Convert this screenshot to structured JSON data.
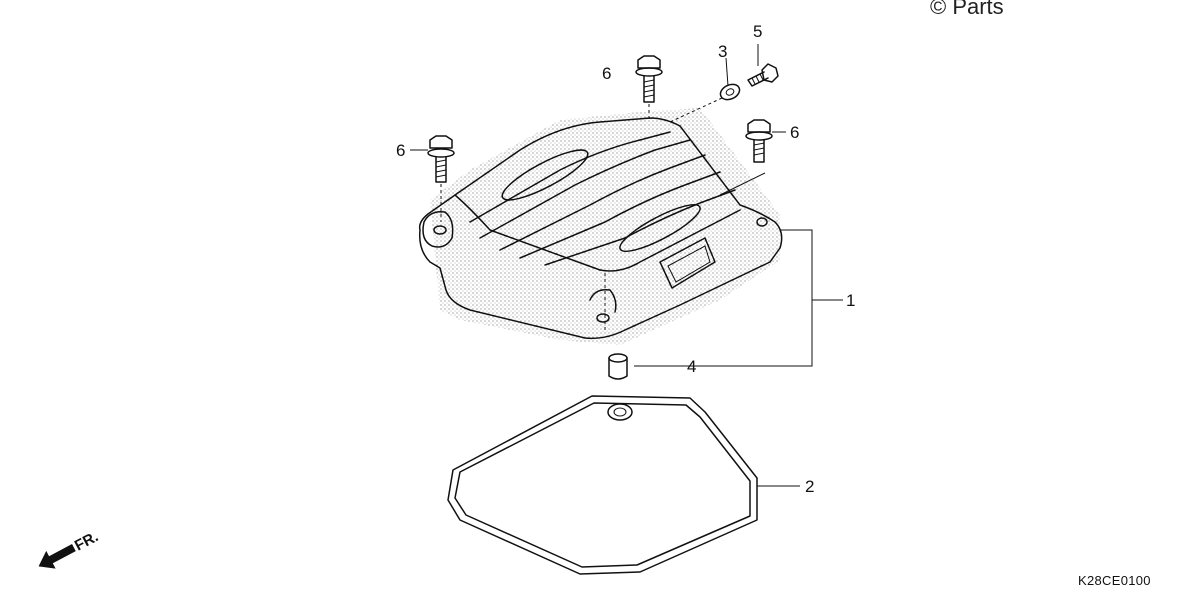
{
  "watermark": "© Parts",
  "callouts": {
    "c1": "1",
    "c2": "2",
    "c3": "3",
    "c4": "4",
    "c5": "5",
    "c6a": "6",
    "c6b": "6",
    "c6c": "6"
  },
  "front_label": "FR.",
  "diagram_code": "K28CE0100"
}
